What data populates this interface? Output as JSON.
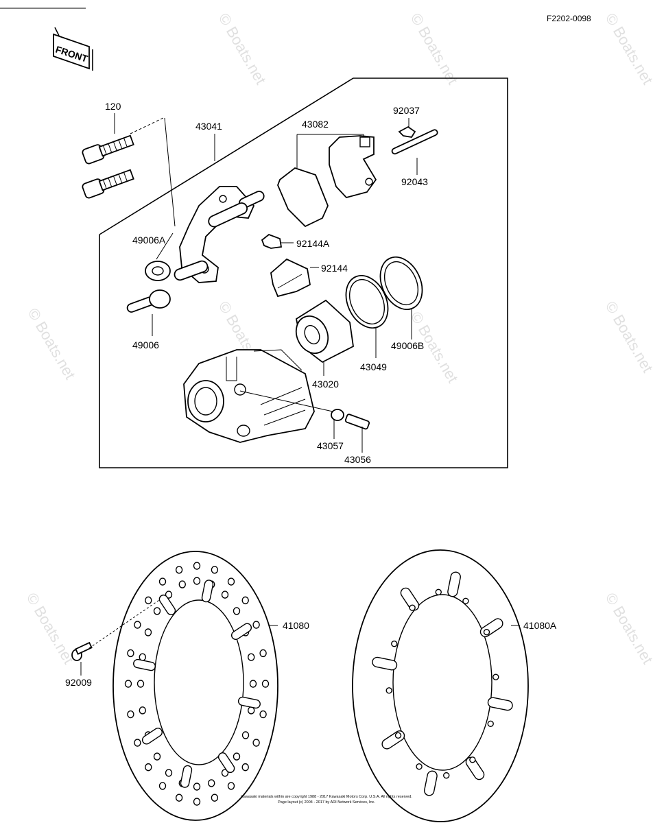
{
  "diagram_code": "F2202-0098",
  "front_label": "FRONT",
  "watermark": "© Boats.net",
  "parts": {
    "p120": "120",
    "p43041": "43041",
    "p43082": "43082",
    "p92037": "92037",
    "p92043": "92043",
    "p49006A": "49006A",
    "p92144A": "92144A",
    "p92144": "92144",
    "p49006": "49006",
    "p49006B": "49006B",
    "p43049": "43049",
    "p43020": "43020",
    "p43057": "43057",
    "p43056": "43056",
    "p41080": "41080",
    "p41080A": "41080A",
    "p92009": "92009"
  },
  "footer": {
    "line1": "Kawasaki materials within are copyright 1988 - 2017 Kawasaki Motors Corp. U.S.A. All rights reserved.",
    "line2": "Page layout (c) 2004 - 2017 by ARI Network Services, Inc."
  }
}
